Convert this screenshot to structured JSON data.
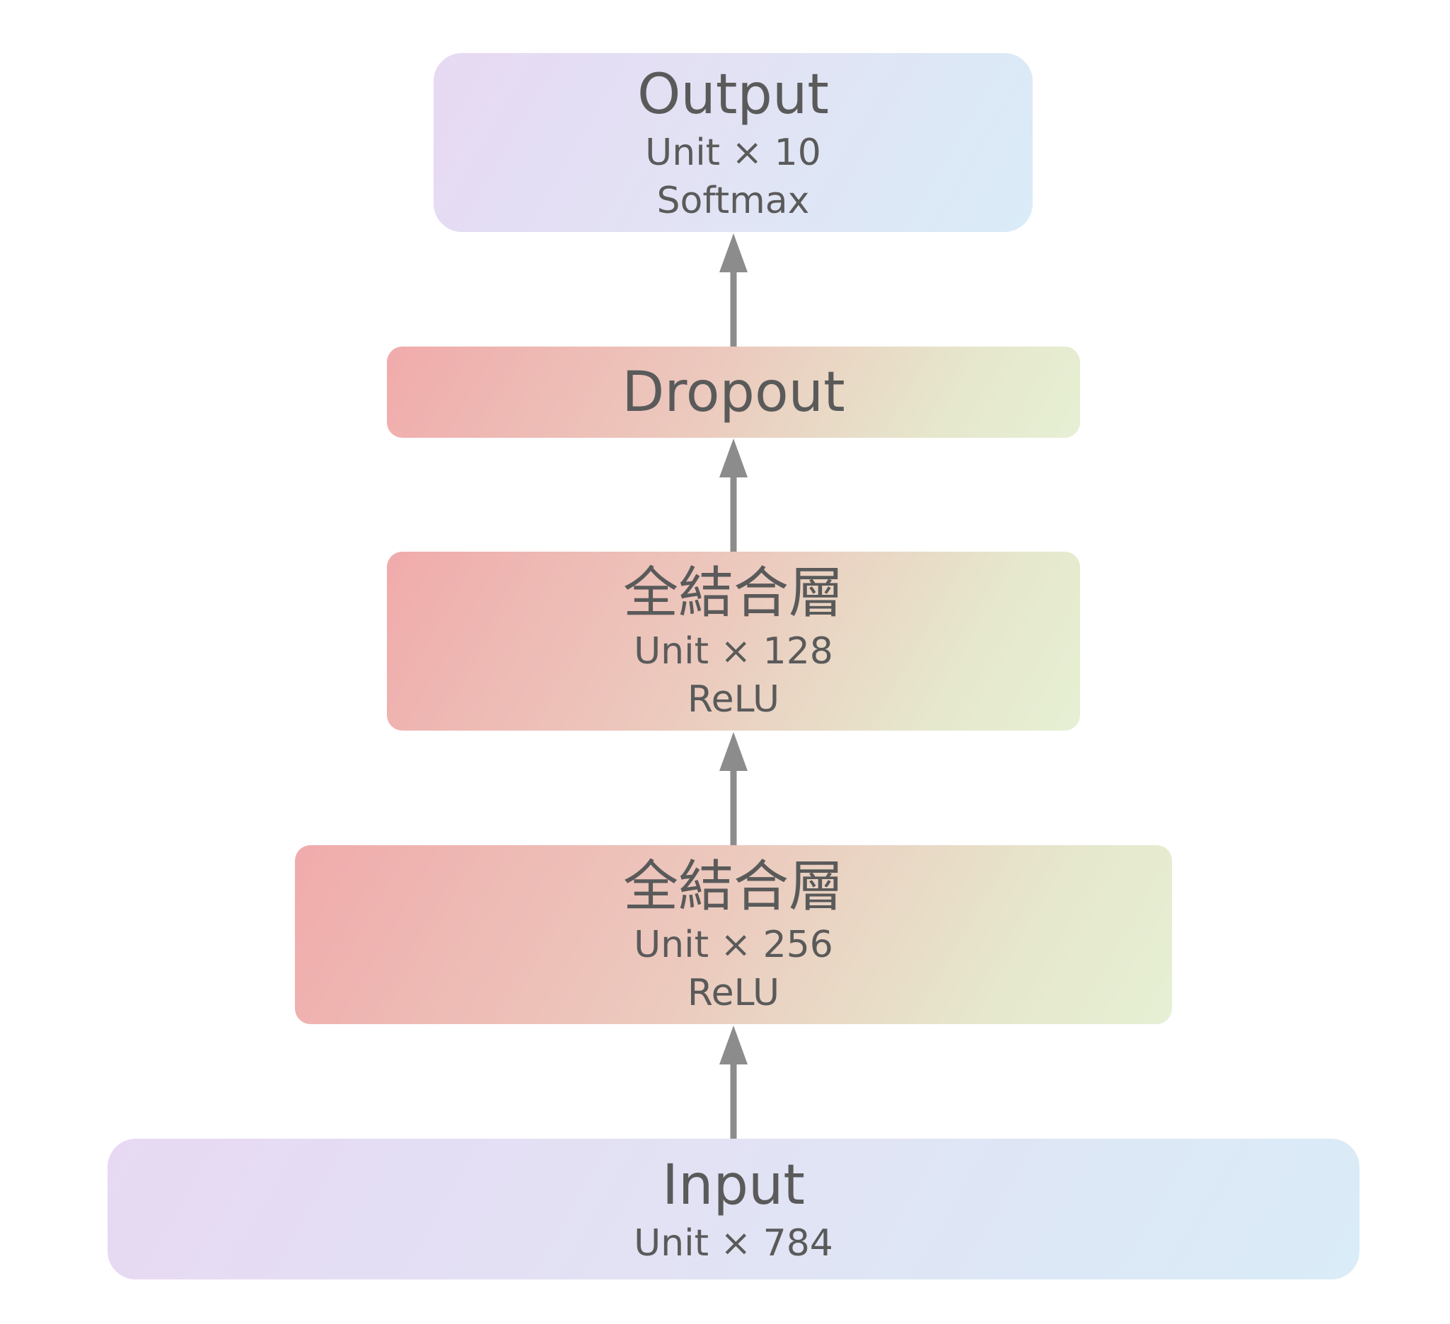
{
  "layers": {
    "output": {
      "title": "Output",
      "units": "Unit × 10",
      "activation": "Softmax"
    },
    "dropout": {
      "title": "Dropout"
    },
    "fc1": {
      "title": "全結合層",
      "units": "Unit × 128",
      "activation": "ReLU"
    },
    "fc2": {
      "title": "全結合層",
      "units": "Unit × 256",
      "activation": "ReLU"
    },
    "input": {
      "title": "Input",
      "units": "Unit × 784"
    }
  },
  "colors": {
    "arrow": "#8c8c8c",
    "text": "#5a5a5a",
    "purple_gradient": [
      "#e7d9f3",
      "#d9ecf7"
    ],
    "warm_gradient": [
      "#f0abab",
      "#e6f0d4"
    ]
  }
}
